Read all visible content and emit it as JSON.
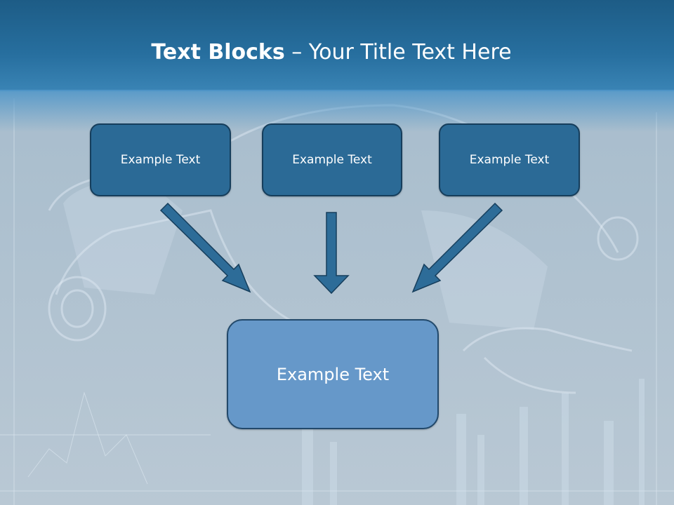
{
  "slide": {
    "title_bold": "Text Blocks",
    "title_rest": " – Your Title Text Here",
    "blocks": [
      {
        "label": "Example Text"
      },
      {
        "label": "Example Text"
      },
      {
        "label": "Example Text"
      }
    ],
    "main_block": {
      "label": "Example Text"
    }
  },
  "colors": {
    "header": "#276f9f",
    "block_fill": "#2b6a96",
    "main_block_fill": "#6698c9",
    "arrow": "#2b6a96"
  },
  "icons": [
    "arrow-down-right-icon",
    "arrow-down-icon",
    "arrow-down-left-icon"
  ]
}
